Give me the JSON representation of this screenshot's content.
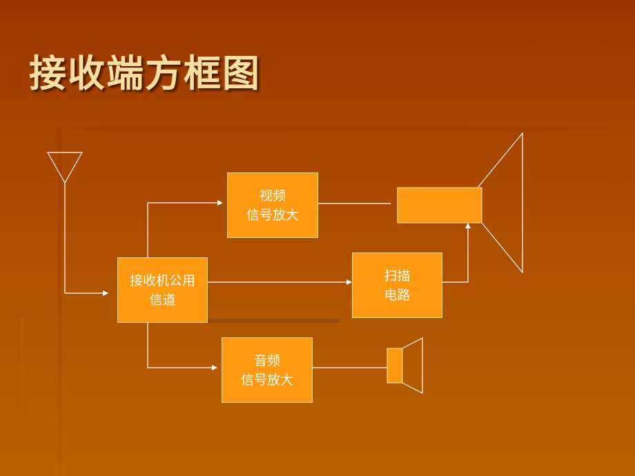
{
  "title": "接收端方框图",
  "blocks": {
    "common_channel": {
      "line1": "接收机公用",
      "line2": "信道"
    },
    "video_amp": {
      "line1": "视频",
      "line2": "信号放大"
    },
    "scan_circuit": {
      "line1": "扫描",
      "line2": "电路"
    },
    "audio_amp": {
      "line1": "音频",
      "line2": "信号放大"
    }
  },
  "colors": {
    "background_top": "#9a3500",
    "background_bottom": "#b86200",
    "block_fill": "#ff9a10",
    "line": "#ffffff",
    "title_text": "#f6dfa0"
  }
}
